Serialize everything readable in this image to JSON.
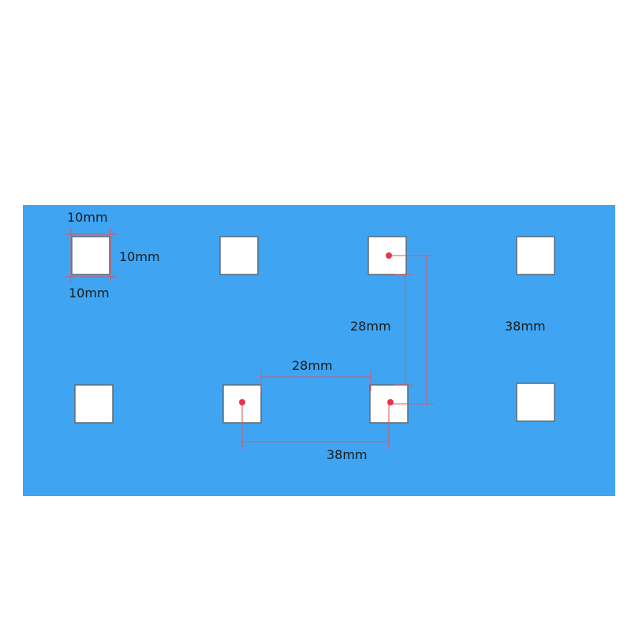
{
  "colors": {
    "sheet": "#3fa5f2",
    "square": "#ffffff",
    "square_edge": "#5e6a75",
    "dimension_line": "#e0555e",
    "dot": "#e8344c",
    "text": "#1a1a1a"
  },
  "labels": {
    "square_width": "10mm",
    "square_height": "10mm",
    "square_width_bottom": "10mm",
    "vertical_gap": "28mm",
    "vertical_pitch": "38mm",
    "horizontal_gap": "28mm",
    "horizontal_pitch": "38mm"
  },
  "grid": {
    "rows": 2,
    "columns": 4
  }
}
